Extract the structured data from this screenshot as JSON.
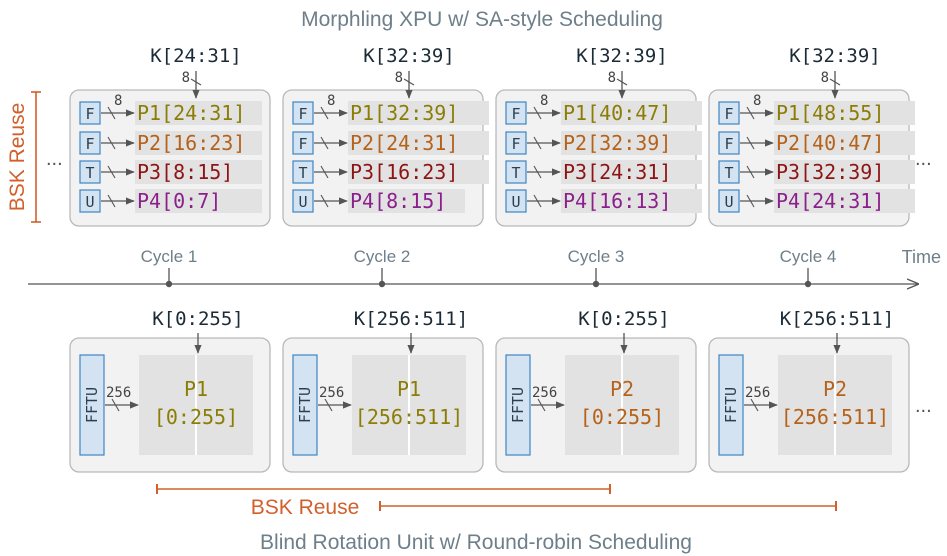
{
  "top_title": "Morphling XPU w/ SA-style Scheduling",
  "bottom_title": "Blind Rotation Unit w/ Round-robin Scheduling",
  "time_label": "Time",
  "bsk_reuse_label": "BSK Reuse",
  "ellipsis": "...",
  "colors": {
    "p1": "#8b7d05",
    "p2": "#b5621a",
    "p3": "#8e1414",
    "p4": "#8b1f8b",
    "accent": "#d1602c",
    "unit_fill": "#d4e3f1",
    "unit_stroke": "#3f84c4"
  },
  "cycles": [
    "Cycle 1",
    "Cycle 2",
    "Cycle 3",
    "Cycle 4"
  ],
  "top_panels": [
    {
      "k": "K[24:31]",
      "k_width": "8",
      "lane_width": "8",
      "rows": [
        {
          "unit": "F",
          "label": "P1[24:31]"
        },
        {
          "unit": "F",
          "label": "P2[16:23]"
        },
        {
          "unit": "T",
          "label": "P3[8:15]"
        },
        {
          "unit": "U",
          "label": "P4[0:7]"
        }
      ]
    },
    {
      "k": "K[32:39]",
      "k_width": "8",
      "lane_width": "8",
      "rows": [
        {
          "unit": "F",
          "label": "P1[32:39]"
        },
        {
          "unit": "F",
          "label": "P2[24:31]"
        },
        {
          "unit": "T",
          "label": "P3[16:23]"
        },
        {
          "unit": "U",
          "label": "P4[8:15]"
        }
      ]
    },
    {
      "k": "K[32:39]",
      "k_width": "8",
      "lane_width": "8",
      "rows": [
        {
          "unit": "F",
          "label": "P1[40:47]"
        },
        {
          "unit": "F",
          "label": "P2[32:39]"
        },
        {
          "unit": "T",
          "label": "P3[24:31]"
        },
        {
          "unit": "U",
          "label": "P4[16:13]"
        }
      ]
    },
    {
      "k": "K[32:39]",
      "k_width": "8",
      "lane_width": "8",
      "rows": [
        {
          "unit": "F",
          "label": "P1[48:55]"
        },
        {
          "unit": "F",
          "label": "P2[40:47]"
        },
        {
          "unit": "T",
          "label": "P3[32:39]"
        },
        {
          "unit": "U",
          "label": "P4[24:31]"
        }
      ]
    }
  ],
  "bottom_panels": [
    {
      "k": "K[0:255]",
      "unit": "FFTU",
      "width": "256",
      "poly": "P1",
      "range": "[0:255]"
    },
    {
      "k": "K[256:511]",
      "unit": "FFTU",
      "width": "256",
      "poly": "P1",
      "range": "[256:511]"
    },
    {
      "k": "K[0:255]",
      "unit": "FFTU",
      "width": "256",
      "poly": "P2",
      "range": "[0:255]"
    },
    {
      "k": "K[256:511]",
      "unit": "FFTU",
      "width": "256",
      "poly": "P2",
      "range": "[256:511]"
    }
  ]
}
